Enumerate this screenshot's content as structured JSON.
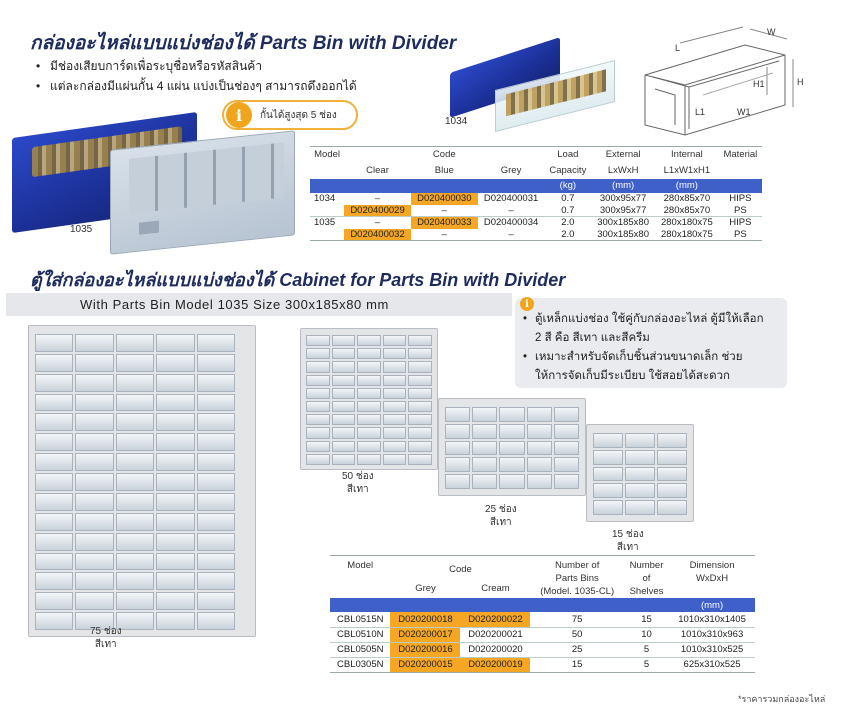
{
  "section1": {
    "title": "กล่องอะไหล่แบบแบ่งช่องได้ Parts Bin with Divider",
    "bullets": [
      "มีช่องเสียบการ์ดเพื่อระบุชื่อหรือรหัสสินค้า",
      "แต่ละกล่องมีแผ่นกั้น 4 แผ่น แบ่งเป็นช่องๆ สามารถดึงออกได้"
    ],
    "info_note": "กั้นได้สูงสุด 5 ช่อง",
    "image_labels": {
      "bin_1035": "1035",
      "bin_1034": "1034"
    },
    "diagram_labels": {
      "L": "L",
      "W": "W",
      "H": "H",
      "H1": "H1",
      "L1": "L1",
      "W1": "W1"
    }
  },
  "table1": {
    "headers": {
      "model": "Model",
      "code": "Code",
      "clear": "Clear",
      "blue": "Blue",
      "grey": "Grey",
      "load": "Load",
      "capacity": "Capacity",
      "external": "External",
      "external_dim": "LxWxH",
      "internal": "Internal",
      "internal_dim": "L1xW1xH1",
      "material": "Material"
    },
    "units": {
      "load": "(kg)",
      "external": "(mm)",
      "internal": "(mm)"
    },
    "rows": [
      {
        "model": "1034",
        "clear": "–",
        "blue": "D020400030",
        "grey": "D020400031",
        "load": "0.7",
        "external": "300x95x77",
        "internal": "280x85x70",
        "material": "HIPS"
      },
      {
        "model": "",
        "clear": "D020400029",
        "blue": "–",
        "grey": "–",
        "load": "0.7",
        "external": "300x95x77",
        "internal": "280x85x70",
        "material": "PS"
      },
      {
        "model": "1035",
        "clear": "–",
        "blue": "D020400033",
        "grey": "D020400034",
        "load": "2.0",
        "external": "300x185x80",
        "internal": "280x180x75",
        "material": "HIPS"
      },
      {
        "model": "",
        "clear": "D020400032",
        "blue": "–",
        "grey": "–",
        "load": "2.0",
        "external": "300x185x80",
        "internal": "280x180x75",
        "material": "PS"
      }
    ]
  },
  "section2": {
    "title": "ตู้ใส่กล่องอะไหล่แบบแบ่งช่องได้ Cabinet for Parts Bin with Divider",
    "banner": "With Parts Bin Model 1035 Size 300x185x80 mm",
    "info_bullets": [
      "ตู้เหล็กแบ่งช่อง ใช้คู่กับกล่องอะไหล่ ตู้มีให้เลือก 2 สี คือ สีเทา และสีครีม",
      "เหมาะสำหรับจัดเก็บชิ้นส่วนขนาดเล็ก ช่วยให้การจัดเก็บมีระเบียบ ใช้สอยได้สะดวก"
    ],
    "captions": {
      "c75": {
        "count": "75 ช่อง",
        "color": "สีเทา"
      },
      "c50": {
        "count": "50 ช่อง",
        "color": "สีเทา"
      },
      "c25": {
        "count": "25 ช่อง",
        "color": "สีเทา"
      },
      "c15": {
        "count": "15 ช่อง",
        "color": "สีเทา"
      }
    }
  },
  "table2": {
    "headers": {
      "model": "Model",
      "code": "Code",
      "grey": "Grey",
      "cream": "Cream",
      "bins_1": "Number of",
      "bins_2": "Parts Bins",
      "bins_3": "(Model. 1035-CL)",
      "shelves_1": "Number",
      "shelves_2": "of",
      "shelves_3": "Shelves",
      "dim_1": "Dimension",
      "dim_2": "WxDxH"
    },
    "units": {
      "dimension": "(mm)"
    },
    "rows": [
      {
        "model": "CBL0515N",
        "grey": "D020200018",
        "cream": "D020200022",
        "bins": "75",
        "shelves": "15",
        "dimension": "1010x310x1405"
      },
      {
        "model": "CBL0510N",
        "grey": "D020200017",
        "cream": "D020200021",
        "bins": "50",
        "shelves": "10",
        "dimension": "1010x310x963"
      },
      {
        "model": "CBL0505N",
        "grey": "D020200016",
        "cream": "D020200020",
        "bins": "25",
        "shelves": "5",
        "dimension": "1010x310x525"
      },
      {
        "model": "CBL0305N",
        "grey": "D020200015",
        "cream": "D020200019",
        "bins": "15",
        "shelves": "5",
        "dimension": "625x310x525"
      }
    ],
    "footnote": "*ราคารวมกล่องอะไหล่"
  },
  "colors": {
    "title": "#1d2c5c",
    "accent_blue": "#3e60c8",
    "highlight": "#f5a623",
    "bin_blue": "#1b2f96"
  }
}
